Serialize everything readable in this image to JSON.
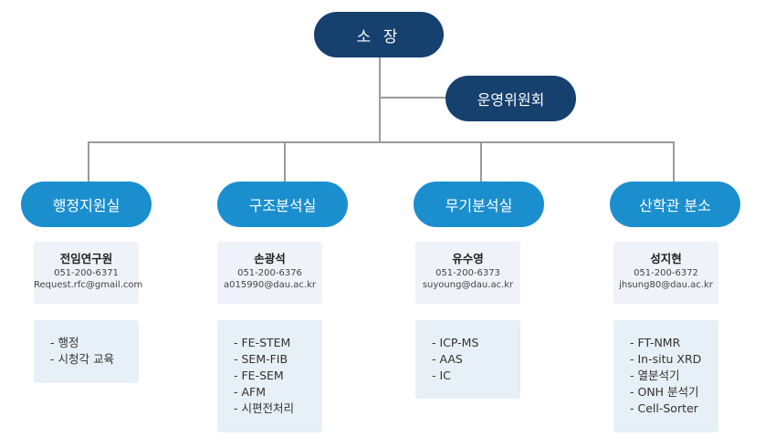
{
  "director": {
    "label": "소 장"
  },
  "committee": {
    "label": "운영위원회"
  },
  "departments": [
    {
      "name": "행정지원실",
      "contact": {
        "name": "전임연구원",
        "phone": "051-200-6371",
        "email": "Request.rfc@gmail.com"
      },
      "duties": [
        "- 행정",
        "- 시청각 교육"
      ]
    },
    {
      "name": "구조분석실",
      "contact": {
        "name": "손광석",
        "phone": "051-200-6376",
        "email": "a015990@dau.ac.kr"
      },
      "duties": [
        "- FE-STEM",
        "- SEM-FIB",
        "- FE-SEM",
        "- AFM",
        "- 시편전처리"
      ]
    },
    {
      "name": "무기분석실",
      "contact": {
        "name": "유수영",
        "phone": "051-200-6373",
        "email": "suyoung@dau.ac.kr"
      },
      "duties": [
        "- ICP-MS",
        "- AAS",
        "- IC"
      ]
    },
    {
      "name": "산학관 분소",
      "contact": {
        "name": "성지현",
        "phone": "051-200-6372",
        "email": "jhsung80@dau.ac.kr"
      },
      "duties": [
        "- FT-NMR",
        "- In-situ XRD",
        "- 열분석기",
        "- ONH 분석기",
        "- Cell-Sorter"
      ]
    }
  ]
}
